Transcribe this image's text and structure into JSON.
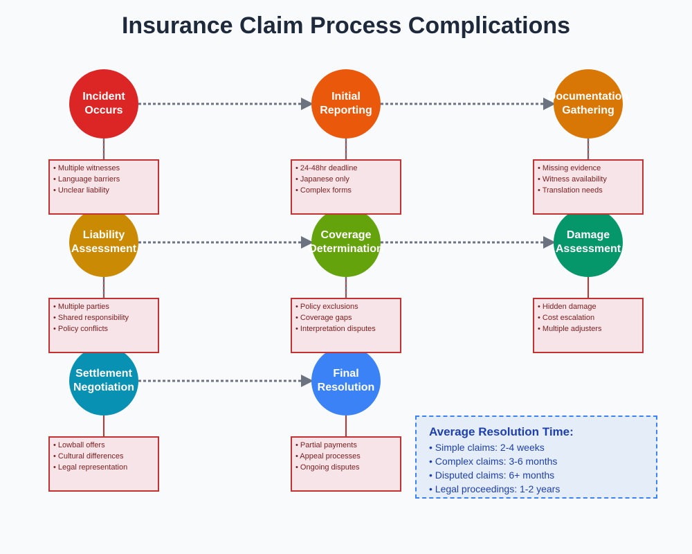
{
  "title": "Insurance Claim Process Complications",
  "steps": [
    {
      "label": "Incident\nOccurs",
      "color": "#dc2626",
      "issues": [
        "• Multiple witnesses",
        "• Language barriers",
        "• Unclear liability"
      ]
    },
    {
      "label": "Initial\nReporting",
      "color": "#ea580c",
      "issues": [
        "• 24-48hr deadline",
        "• Japanese only",
        "• Complex forms"
      ]
    },
    {
      "label": "Documentation\nGathering",
      "color": "#d97706",
      "issues": [
        "• Missing evidence",
        "• Witness availability",
        "• Translation needs"
      ]
    },
    {
      "label": "Liability\nAssessment",
      "color": "#ca8a04",
      "issues": [
        "• Multiple parties",
        "• Shared responsibility",
        "• Policy conflicts"
      ]
    },
    {
      "label": "Coverage\nDetermination",
      "color": "#65a30d",
      "issues": [
        "• Policy exclusions",
        "• Coverage gaps",
        "• Interpretation disputes"
      ]
    },
    {
      "label": "Damage\nAssessment",
      "color": "#059669",
      "issues": [
        "• Hidden damage",
        "• Cost escalation",
        "• Multiple adjusters"
      ]
    },
    {
      "label": "Settlement\nNegotiation",
      "color": "#0891b2",
      "issues": [
        "• Lowball offers",
        "• Cultural differences",
        "• Legal representation"
      ]
    },
    {
      "label": "Final\nResolution",
      "color": "#3b82f6",
      "issues": [
        "• Partial payments",
        "• Appeal processes",
        "• Ongoing disputes"
      ]
    }
  ],
  "summary": {
    "title": "Average Resolution Time:",
    "items": [
      "• Simple claims: 2-4 weeks",
      "• Complex claims: 3-6 months",
      "• Disputed claims: 6+ months",
      "• Legal proceedings: 1-2 years"
    ]
  },
  "colors": {
    "connector": "#6b7280",
    "box_border": "#c53030",
    "box_fill": "#f6e4e8",
    "summary_text": "#1e40af"
  }
}
